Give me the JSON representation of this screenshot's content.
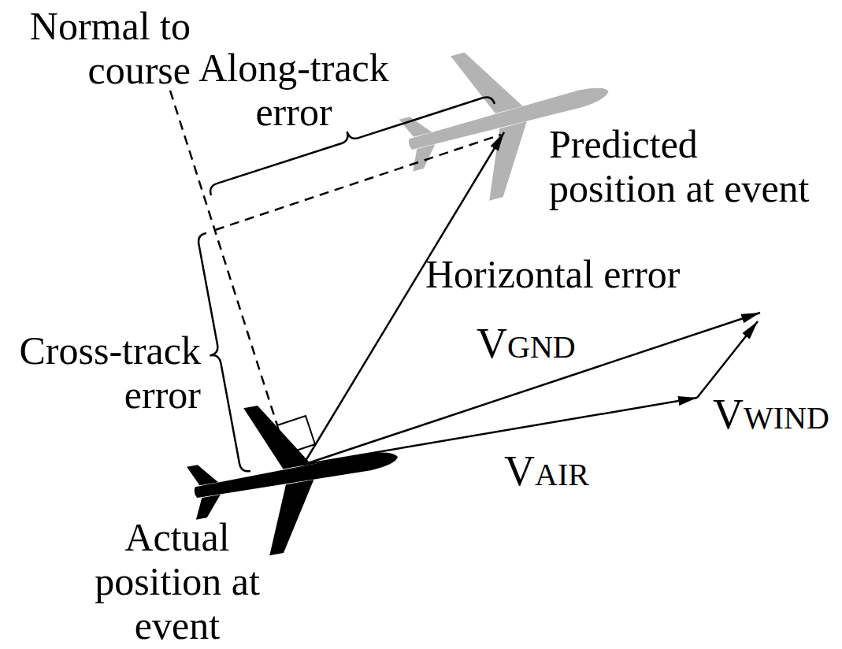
{
  "diagram": {
    "labels": [
      "Normal to course",
      "Along-track error",
      "Predicted position at event",
      "Horizontal error",
      "VGND",
      "Cross-track error",
      "VWIND",
      "VAIR",
      "Actual position at event"
    ]
  }
}
